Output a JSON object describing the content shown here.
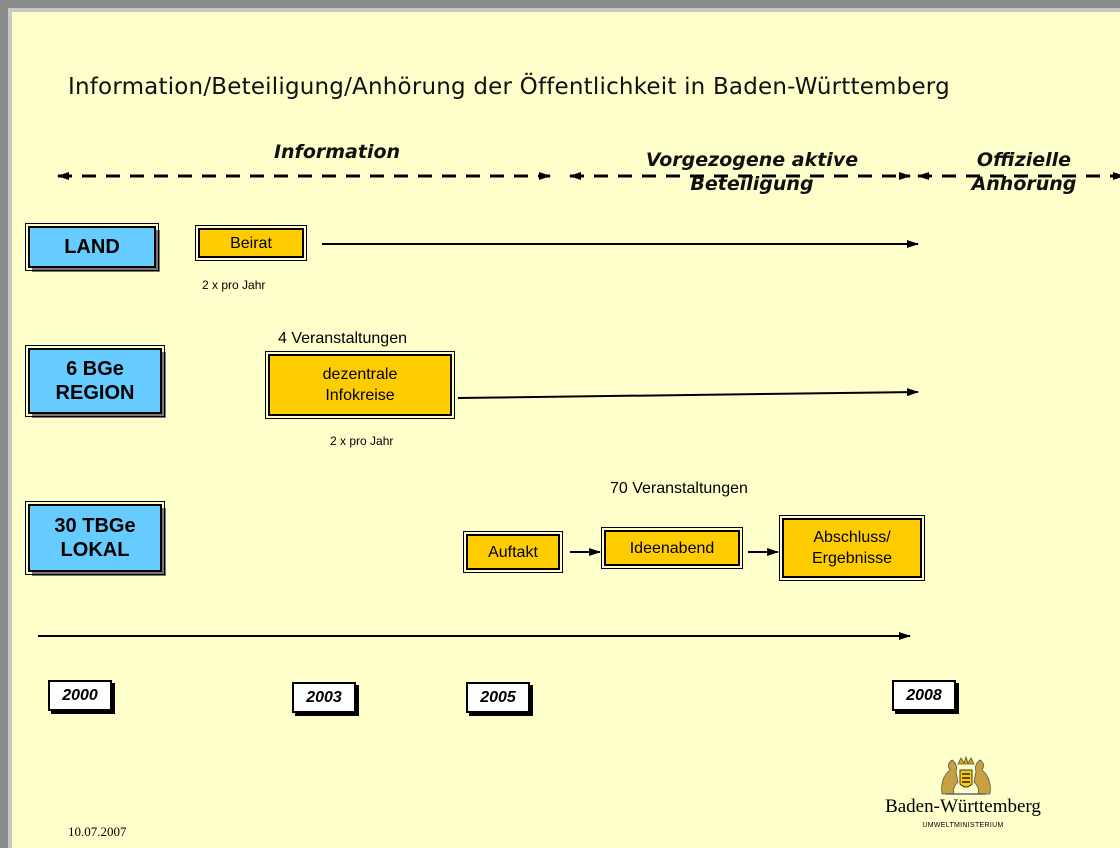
{
  "title": "Information/Beteiligung/Anhörung der Öffentlichkeit in Baden-Württemberg",
  "phases": {
    "information": "Information",
    "vorgezogene_line1": "Vorgezogene aktive",
    "vorgezogene_line2": "Beteiligung",
    "offizielle_line1": "Offizielle",
    "offizielle_line2": "Anhörung"
  },
  "levels": {
    "land": "LAND",
    "region_line1": "6 BGe",
    "region_line2": "REGION",
    "lokal_line1": "30 TBGe",
    "lokal_line2": "LOKAL"
  },
  "boxes": {
    "beirat": "Beirat",
    "infokreise_line1": "dezentrale",
    "infokreise_line2": "Infokreise",
    "auftakt": "Auftakt",
    "ideenabend": "Ideenabend",
    "abschluss_line1": "Abschluss/",
    "abschluss_line2": "Ergebnisse"
  },
  "notes": {
    "beirat_frequency": "2 x pro Jahr",
    "infokreise_count": "4 Veranstaltungen",
    "infokreise_frequency": "2 x pro Jahr",
    "lokal_count": "70 Veranstaltungen"
  },
  "years": [
    "2000",
    "2003",
    "2005",
    "2008"
  ],
  "footer": {
    "date": "10.07.2007",
    "brand": "Baden-Württemberg",
    "ministry": "UMWELTMINISTERIUM"
  },
  "colors": {
    "background": "#ffffcc",
    "level_box": "#66ccff",
    "activity_box": "#ffcc00"
  },
  "icons": [
    "coat-of-arms-icon"
  ]
}
